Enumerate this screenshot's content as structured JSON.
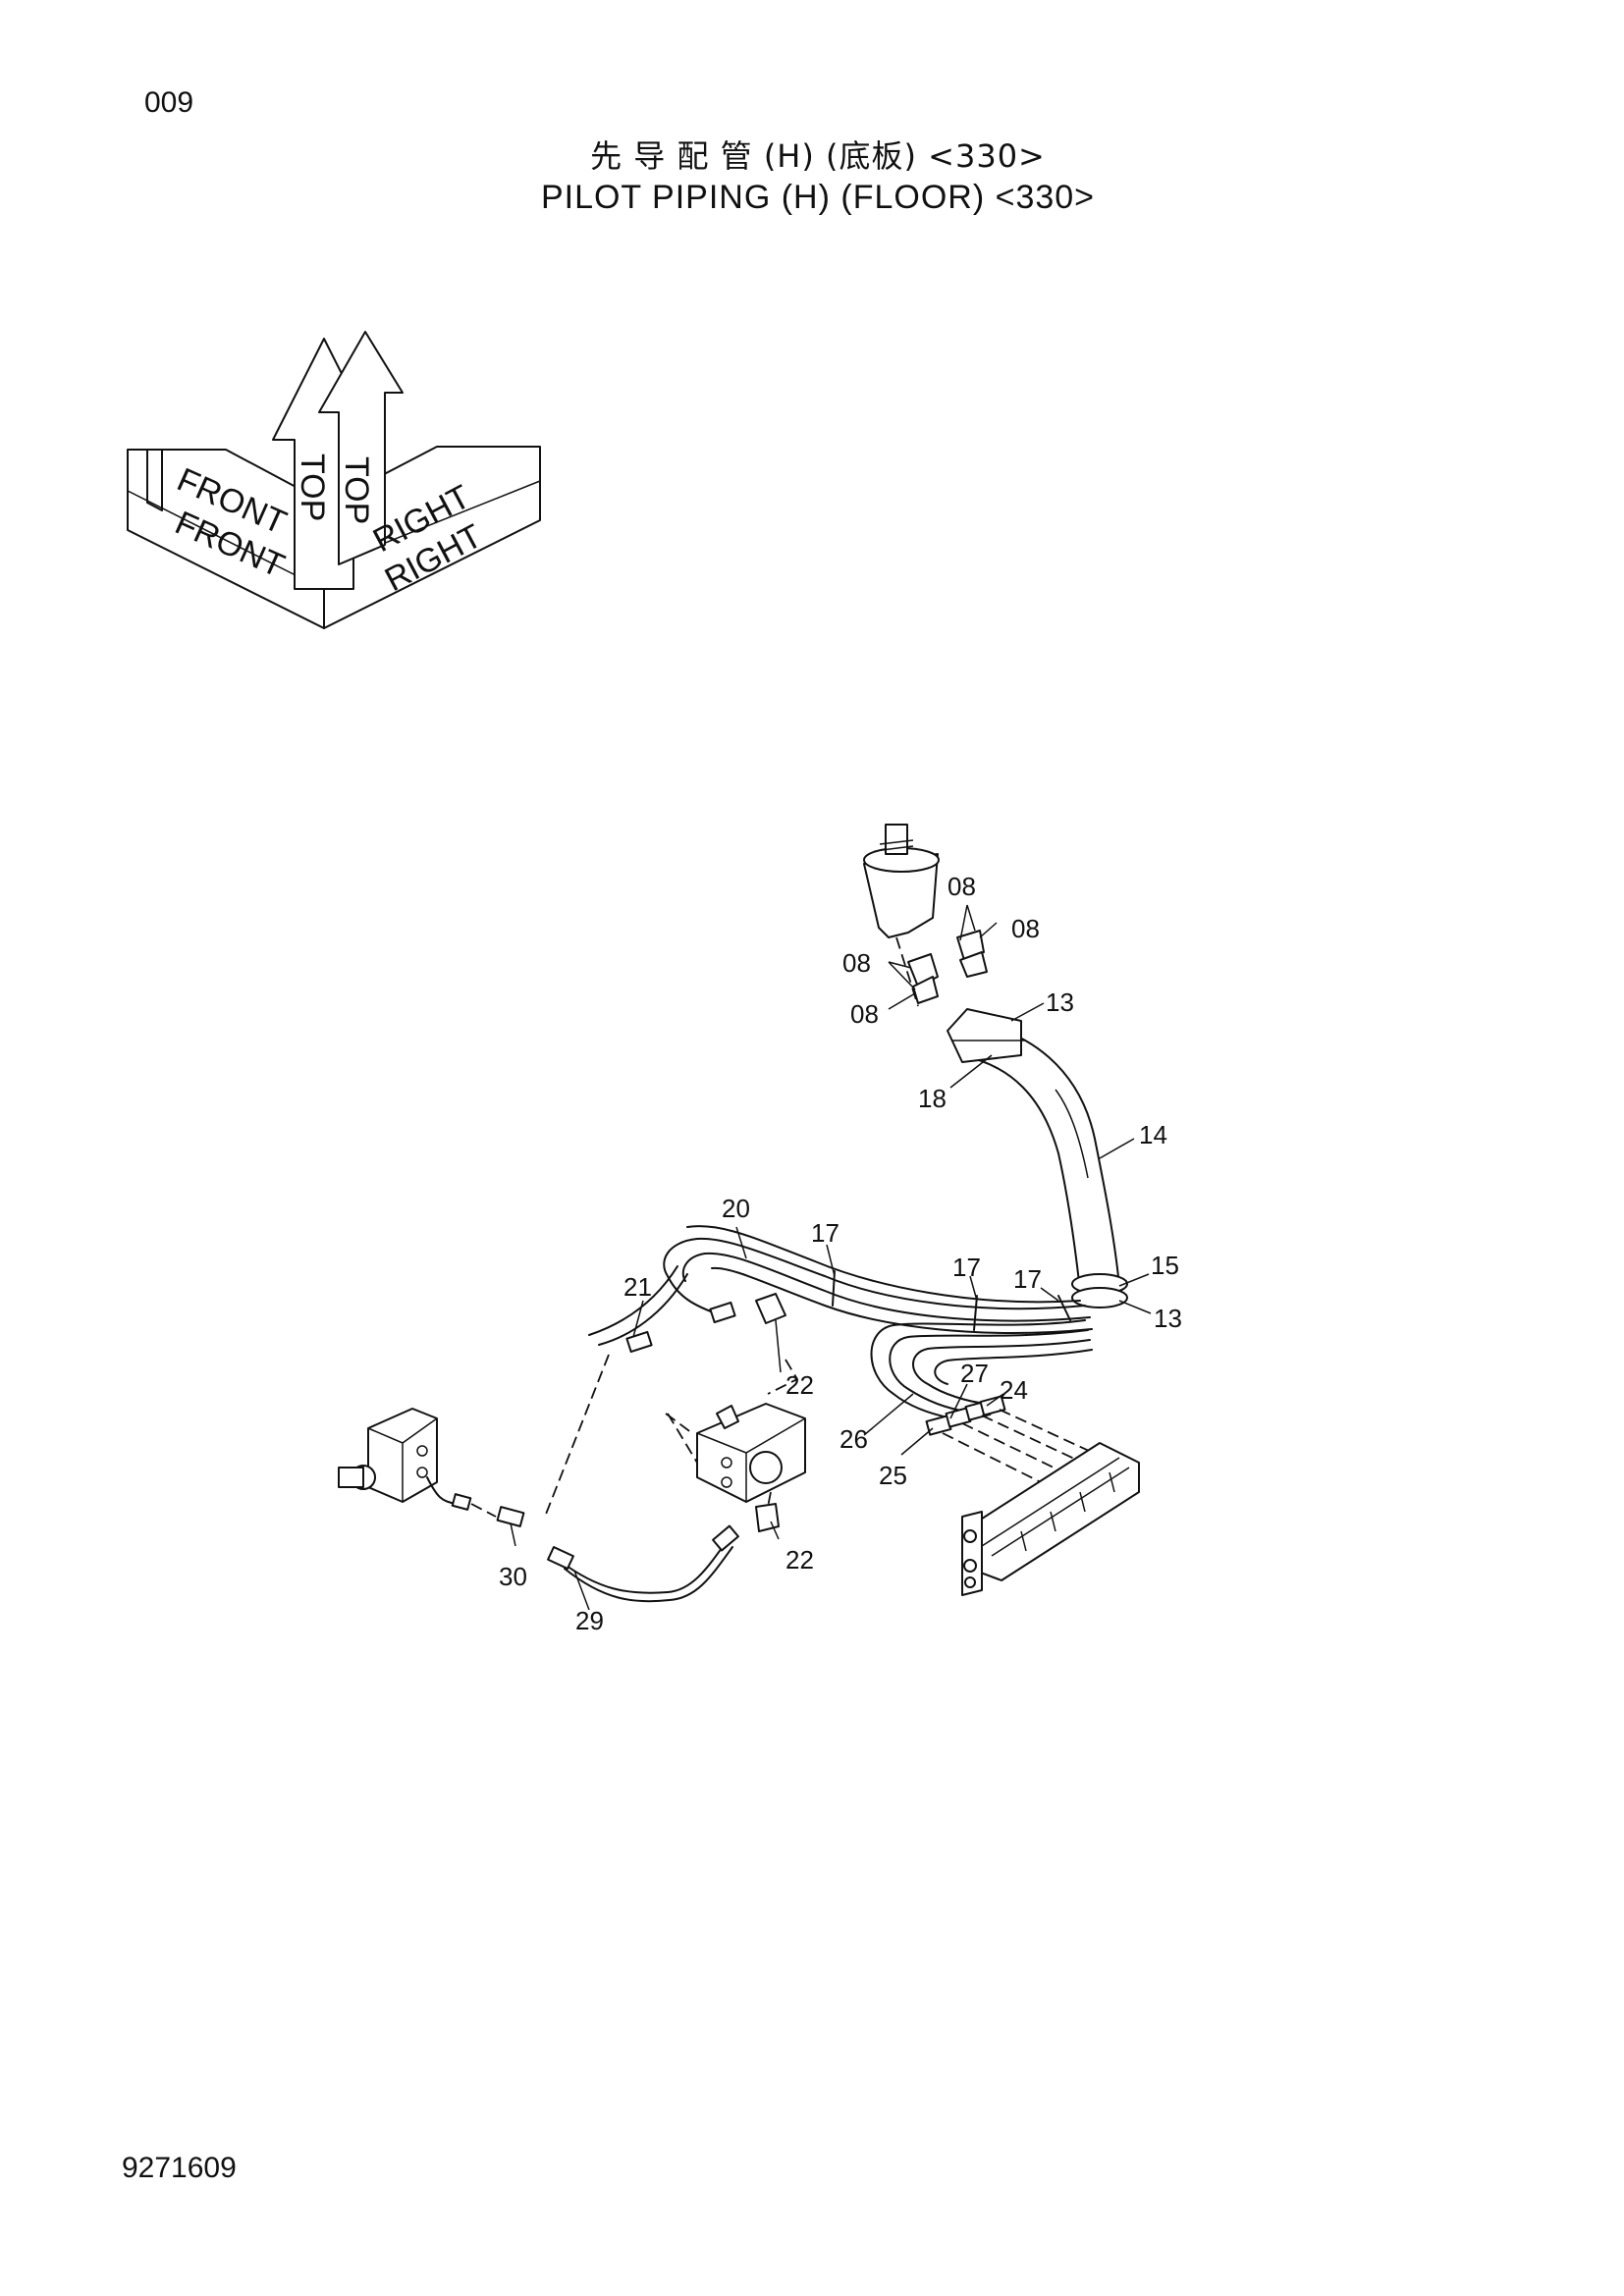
{
  "page_number": "009",
  "title_cn": "先 导 配 管 (H) (底板) <330>",
  "title_en": "PILOT  PIPING  (H) (FLOOR) <330>",
  "doc_code": "9271609",
  "orientation": {
    "front_label": "FRONT",
    "top_label": "TOP",
    "right_label": "RIGHT"
  },
  "callouts": [
    {
      "id": "c08a",
      "label": "08"
    },
    {
      "id": "c08b",
      "label": "08"
    },
    {
      "id": "c08c",
      "label": "08"
    },
    {
      "id": "c08d",
      "label": "08"
    },
    {
      "id": "c13a",
      "label": "13"
    },
    {
      "id": "c18",
      "label": "18"
    },
    {
      "id": "c14",
      "label": "14"
    },
    {
      "id": "c20",
      "label": "20"
    },
    {
      "id": "c17a",
      "label": "17"
    },
    {
      "id": "c17b",
      "label": "17"
    },
    {
      "id": "c17c",
      "label": "17"
    },
    {
      "id": "c15",
      "label": "15"
    },
    {
      "id": "c13b",
      "label": "13"
    },
    {
      "id": "c21",
      "label": "21"
    },
    {
      "id": "c22a",
      "label": "22"
    },
    {
      "id": "c27",
      "label": "27"
    },
    {
      "id": "c24",
      "label": "24"
    },
    {
      "id": "c26",
      "label": "26"
    },
    {
      "id": "c25",
      "label": "25"
    },
    {
      "id": "c22b",
      "label": "22"
    },
    {
      "id": "c30",
      "label": "30"
    },
    {
      "id": "c29",
      "label": "29"
    }
  ]
}
